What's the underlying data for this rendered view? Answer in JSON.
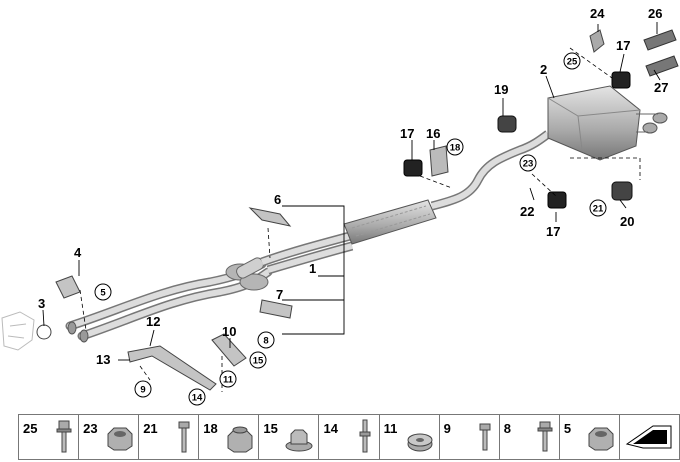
{
  "callouts": {
    "c1": "1",
    "c2": "2",
    "c3": "3",
    "c4": "4",
    "c6": "6",
    "c7": "7",
    "c10": "10",
    "c12": "12",
    "c13": "13",
    "c16": "16",
    "c17a": "17",
    "c17b": "17",
    "c17c": "17",
    "c19": "19",
    "c20": "20",
    "c22": "22",
    "c24": "24",
    "c26": "26",
    "c27": "27"
  },
  "circled": {
    "k5": "5",
    "k8": "8",
    "k9": "9",
    "k11": "11",
    "k14": "14",
    "k15": "15",
    "k18": "18",
    "k21": "21",
    "k23": "23",
    "k25": "25"
  },
  "legend": [
    {
      "num": "25",
      "icon": "flange-bolt-icon"
    },
    {
      "num": "23",
      "icon": "hex-nut-icon"
    },
    {
      "num": "21",
      "icon": "screw-icon"
    },
    {
      "num": "18",
      "icon": "collar-nut-icon"
    },
    {
      "num": "15",
      "icon": "washer-nut-icon"
    },
    {
      "num": "14",
      "icon": "stud-bolt-icon"
    },
    {
      "num": "11",
      "icon": "round-nut-icon"
    },
    {
      "num": "9",
      "icon": "short-screw-icon"
    },
    {
      "num": "8",
      "icon": "collar-screw-icon"
    },
    {
      "num": "5",
      "icon": "hex-nut-icon"
    },
    {
      "num": "",
      "icon": "next-page-arrow-icon"
    }
  ],
  "colors": {
    "part": "#c9c9c9",
    "part_dark": "#8e8e8e",
    "rubber": "#2a2a2a",
    "line": "#000000"
  }
}
